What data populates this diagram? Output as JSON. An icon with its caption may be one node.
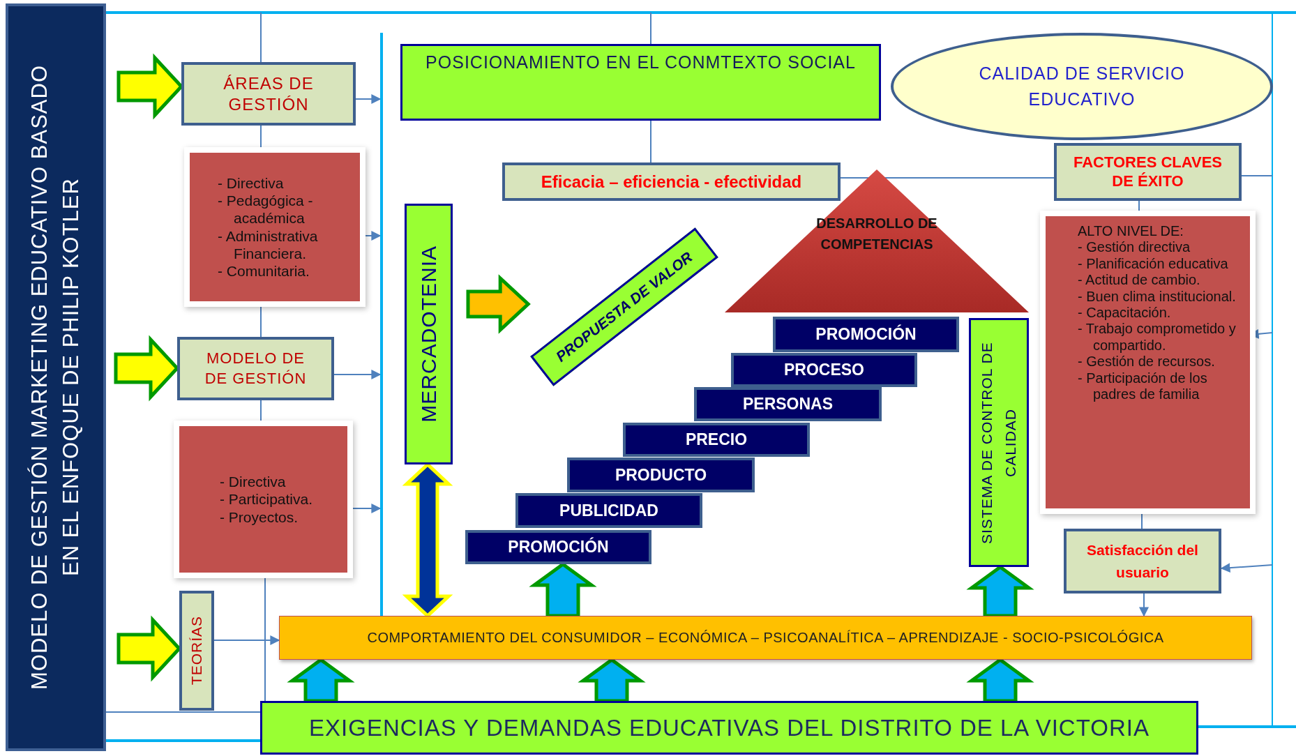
{
  "diagram": {
    "nodes": [
      {
        "text": [
          "MODELO DE GESTIÓN MARKETING EDUCATIVO BASADO EN EL ENFOQUE DE PHILIP KOTLER"
        ]
      },
      {
        "text": [
          "ÁREAS DE GESTIÓN"
        ]
      },
      {
        "text": [
          "- Directiva",
          "- Pedagógica - académica",
          "- Administrativa Financiera.",
          "- Comunitaria."
        ]
      },
      {
        "text": [
          "MODELO DE DE GESTIÓN"
        ]
      },
      {
        "text": [
          "- Directiva",
          "- Participativa.",
          "- Proyectos."
        ]
      },
      {
        "text": [
          "TEORÍAS"
        ]
      },
      {
        "text": [
          "POSICIONAMIENTO EN EL CONMTEXTO SOCIAL"
        ]
      },
      {
        "text": [
          "CALIDAD DE SERVICIO EDUCATIVO"
        ]
      },
      {
        "text": [
          "Eficacia – eficiencia - efectividad"
        ]
      },
      {
        "text": [
          "FACTORES CLAVES DE ÉXITO"
        ]
      },
      {
        "text": [
          "MERCADOTENIA"
        ]
      },
      {
        "text": [
          "PROPUESTA DE VALOR"
        ]
      },
      {
        "text": [
          "DESARROLLO DE COMPETENCIAS"
        ]
      },
      {
        "text": [
          "PROMOCIÓN"
        ]
      },
      {
        "text": [
          "PROCESO"
        ]
      },
      {
        "text": [
          "PERSONAS"
        ]
      },
      {
        "text": [
          "PRECIO"
        ]
      },
      {
        "text": [
          "PRODUCTO"
        ]
      },
      {
        "text": [
          "PUBLICIDAD"
        ]
      },
      {
        "text": [
          "PROMOCIÓN"
        ]
      },
      {
        "text": [
          "SISTEMA DE CONTROL DE CALIDAD"
        ]
      },
      {
        "text": [
          "ALTO NIVEL DE:",
          "- Gestión directiva",
          "- Planificación educativa",
          "- Actitud de cambio.",
          "- Buen clima institucional.",
          "- Capacitación.",
          "- Trabajo comprometido y compartido.",
          "- Gestión de recursos.",
          "- Participación de los padres de familia"
        ]
      },
      {
        "text": [
          "Satisfacción del usuario"
        ]
      },
      {
        "text": [
          "COMPORTAMIENTO DEL CONSUMIDOR – ECONÓMICA – PSICOANALÍTICA – APRENDIZAJE - SOCIO-PSICOLÓGICA"
        ]
      },
      {
        "text": [
          "EXIGENCIAS Y DEMANDAS EDUCATIVAS DEL DISTRITO DE LA VICTORIA"
        ]
      },
      {
        "text": [],
        "shape": "bar"
      }
    ],
    "edges": [
      {
        "from": null,
        "to": 1,
        "arrow": "to",
        "style": "thick",
        "color": "#ffff00"
      },
      {
        "from": null,
        "to": 3,
        "arrow": "to",
        "style": "thick",
        "color": "#ffff00"
      },
      {
        "from": null,
        "to": 5,
        "arrow": "to",
        "style": "thick",
        "color": "#ffff00"
      },
      {
        "from": 1,
        "to": 25,
        "arrow": "to"
      },
      {
        "from": 2,
        "to": 25,
        "arrow": "to"
      },
      {
        "from": 3,
        "to": 25,
        "arrow": "to"
      },
      {
        "from": 4,
        "to": 25,
        "arrow": "to"
      },
      {
        "from": 5,
        "to": 23,
        "arrow": "to"
      },
      {
        "from": null,
        "to": 1,
        "arrow": "none"
      },
      {
        "from": 1,
        "to": 2,
        "arrow": "none"
      },
      {
        "from": 2,
        "to": 3,
        "arrow": "none"
      },
      {
        "from": 3,
        "to": 4,
        "arrow": "none"
      },
      {
        "from": 4,
        "to": 24,
        "arrow": "none"
      },
      {
        "from": 0,
        "to": 24,
        "arrow": "none"
      },
      {
        "from": null,
        "to": 6,
        "arrow": "none"
      },
      {
        "from": 6,
        "to": 8,
        "arrow": "none"
      },
      {
        "from": 8,
        "to": 9,
        "arrow": "none"
      },
      {
        "from": 9,
        "to": null,
        "arrow": "none"
      },
      {
        "from": 9,
        "to": 21,
        "arrow": "none"
      },
      {
        "from": 21,
        "to": 22,
        "arrow": "none"
      },
      {
        "from": 22,
        "to": 23,
        "arrow": "to"
      },
      {
        "from": null,
        "to": 21,
        "arrow": "to"
      },
      {
        "from": null,
        "to": 22,
        "arrow": "to"
      },
      {
        "from": 10,
        "to": 11,
        "arrow": "to",
        "style": "thick",
        "color": "#ffc000"
      },
      {
        "from": 10,
        "to": 23,
        "arrow": "both",
        "style": "thick",
        "color": "#003399"
      },
      {
        "from": 23,
        "to": 19,
        "arrow": "to",
        "style": "thick",
        "color": "#00b0f0"
      },
      {
        "from": 23,
        "to": 20,
        "arrow": "to",
        "style": "thick",
        "color": "#00b0f0"
      },
      {
        "from": 24,
        "to": 23,
        "arrow": "to",
        "style": "thick",
        "color": "#00b0f0"
      },
      {
        "from": 24,
        "to": 23,
        "arrow": "to",
        "style": "thick",
        "color": "#00b0f0"
      },
      {
        "from": 24,
        "to": 23,
        "arrow": "to",
        "style": "thick",
        "color": "#00b0f0"
      }
    ]
  }
}
